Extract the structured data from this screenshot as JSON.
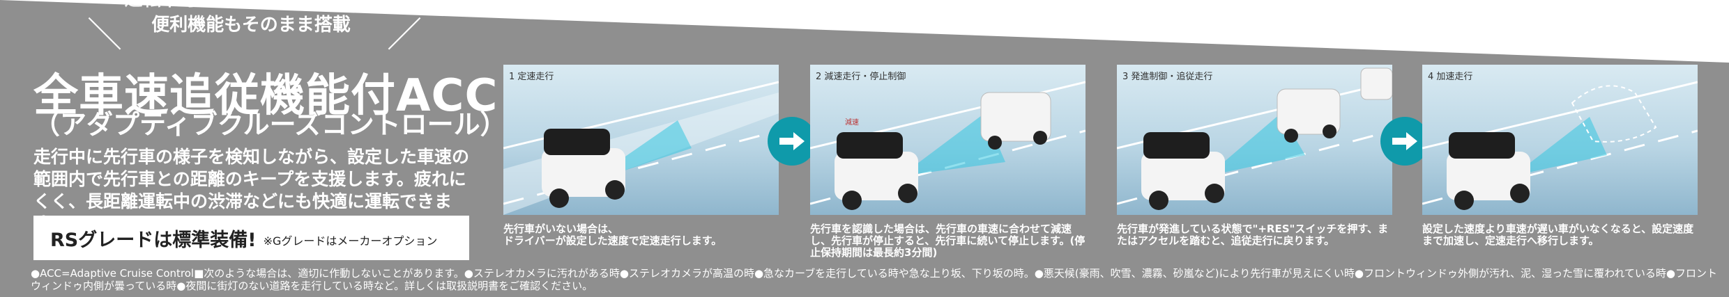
{
  "tagline": {
    "line1": "運転不可の軽減をアシストする",
    "line2": "便利機能もそのまま搭載"
  },
  "title": "全車速追従機能付ACC",
  "subtitle": "（アダプティブクルーズコントロール）",
  "description": "走行中に先行車の様子を検知しながら、設定した車速の範囲内で先行車との距離のキープを支援します。疲れにくく、長距離運転中の渋滞などにも快適に運転できます。",
  "standard_badge": {
    "main": "RSグレードは標準装備!",
    "note": "※Gグレードはメーカーオプション"
  },
  "panels": [
    {
      "label": "1 定速走行",
      "caption": "先行車がいない場合は、\nドライバーが設定した速度で定速走行します。"
    },
    {
      "label": "2 減速走行・停止制御",
      "caption": "先行車を認識した場合は、先行車の車速に合わせて減速し、先行車が停止すると、先行車に続いて停止します。(停止保持期間は最長約3分間)",
      "decel_tag": "減速"
    },
    {
      "label": "3 発進制御・追従走行",
      "caption": "先行車が発進している状態で\"+RES\"スイッチを押す、またはアクセルを踏むと、追従走行に戻ります。"
    },
    {
      "label": "4 加速走行",
      "caption": "設定した速度より車速が遅い車がいなくなると、設定速度まで加速し、定速走行へ移行します。"
    }
  ],
  "footnote": "●ACC=Adaptive Cruise Control■次のような場合は、適切に作動しないことがあります。●ステレオカメラに汚れがある時●ステレオカメラが高温の時●急なカーブを走行している時や急な上り坂、下り坂の時。●悪天候(豪雨、吹雪、濃霧、砂嵐など)により先行車が見えにくい時●フロントウィンドゥ外側が汚れ、泥、湿った雪に覆われている時●フロントウィンドゥ内側が曇っている時●夜間に街灯のない道路を走行している時など。詳しくは取扱説明書をご確認ください。",
  "colors": {
    "background": "#8f8f8f",
    "arrow": "#0f9aaa",
    "sensor_beam": "#37c6e0"
  }
}
